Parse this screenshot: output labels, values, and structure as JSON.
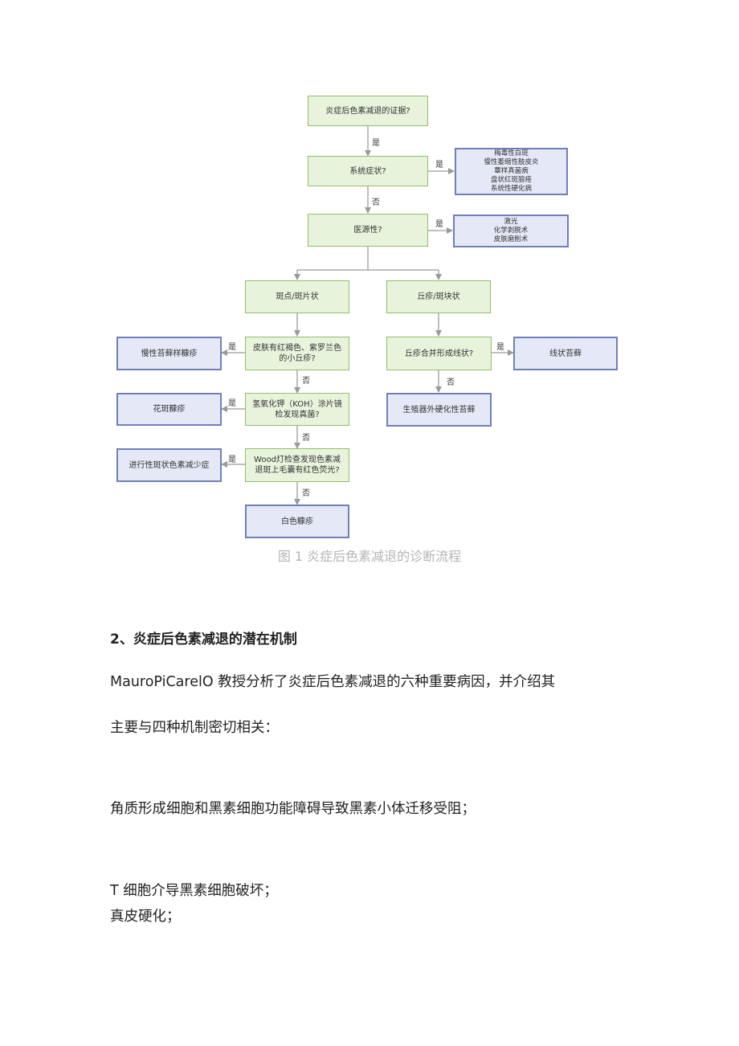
{
  "flowchart": {
    "nodes": {
      "evidence": "炎症后色素减退的证据?",
      "systemic": "系统症状?",
      "systemic_results": [
        "梅毒性白斑",
        "慢性萎缩性肢皮炎",
        "蕈样真菌病",
        "盘状红斑狼疮",
        "系统性硬化病"
      ],
      "iatrogenic": "医源性?",
      "iatrogenic_results": [
        "激光",
        "化学剥脱术",
        "皮肤磨削术"
      ],
      "macular": "斑点/斑片状",
      "papular": "丘疹/斑块状",
      "red_papules": "皮肤有红褐色、紫罗兰色的小丘疹?",
      "lichenoid": "慢性苔藓样糠疹",
      "koh": "氢氧化钾（KOH）涂片镜检发现真菌?",
      "tinea": "花斑糠疹",
      "wood": "Wood灯检查发现色素减退斑上毛囊有红色荧光?",
      "progressive": "进行性斑状色素减少症",
      "pityriasis_alba": "白色糠疹",
      "linear": "丘疹合并形成线状?",
      "lichen_striatus": "线状苔藓",
      "genital": "生殖器外硬化性苔藓"
    },
    "labels": {
      "yes": "是",
      "no": "否"
    },
    "caption": "图 1 炎症后色素减退的诊断流程",
    "colors": {
      "question_fill": "#e8f3dc",
      "question_border": "#8fbf6a",
      "result_fill": "#e4e8f7",
      "result_border": "#6f7fb8"
    }
  },
  "article": {
    "heading": "2、炎症后色素减退的潜在机制",
    "para1_line1": "MauroPiCarelO 教授分析了炎症后色素减退的六种重要病因，并介绍其",
    "para1_line2": "主要与四种机制密切相关：",
    "item1": "角质形成细胞和黑素细胞功能障碍导致黑素小体迁移受阻；",
    "item2": "T 细胞介导黑素细胞破坏；",
    "item3": "真皮硬化；"
  }
}
